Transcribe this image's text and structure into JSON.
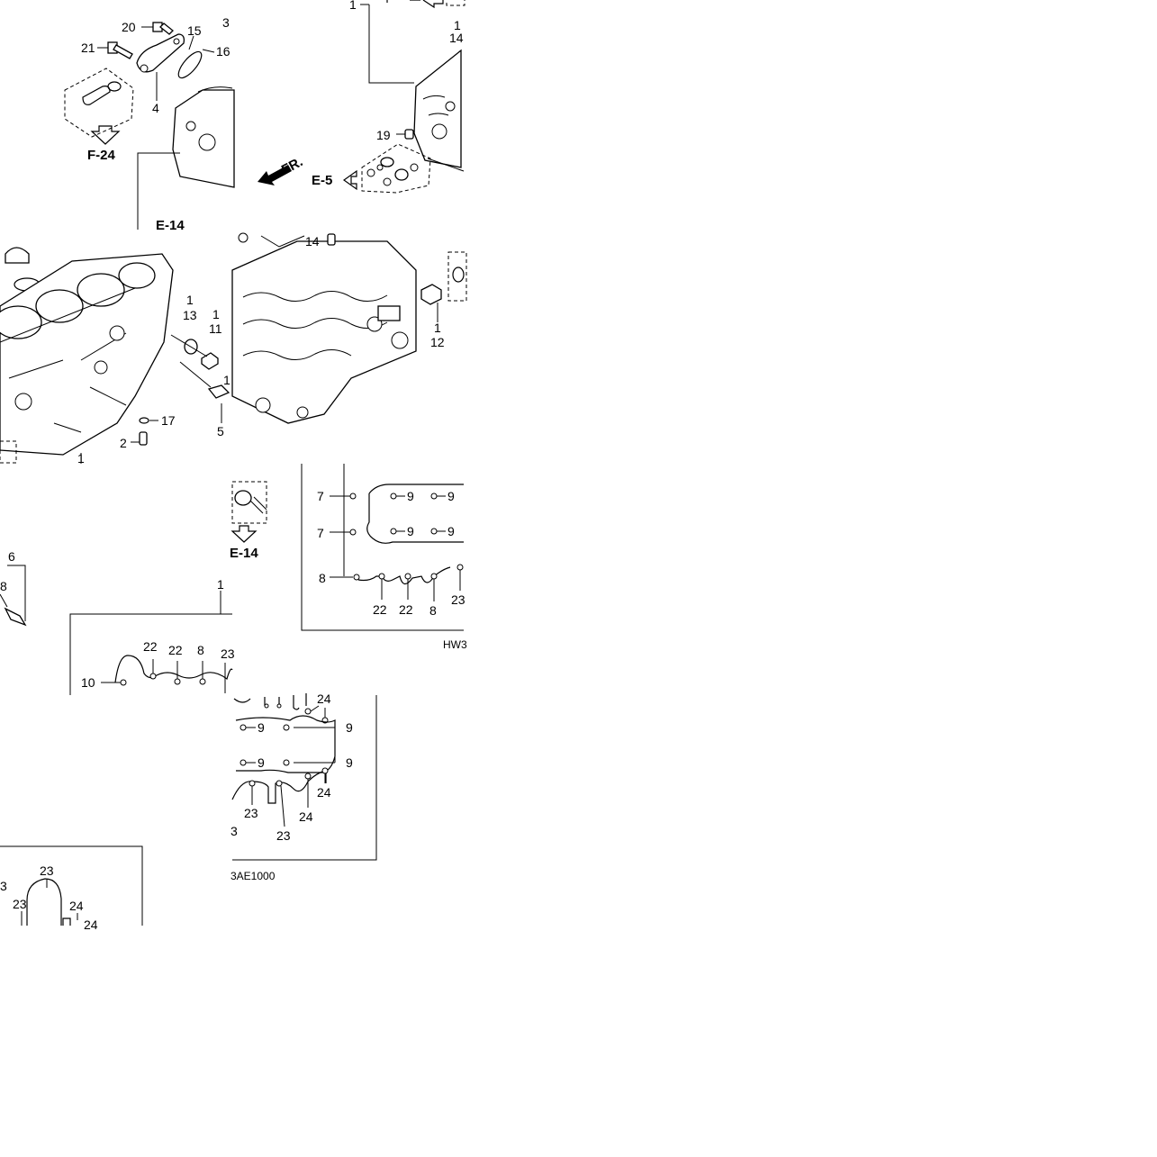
{
  "labels": {
    "n20": "20",
    "n21": "21",
    "n15": "15",
    "n16": "16",
    "n3": "3",
    "n4": "4",
    "f24": "F-24",
    "n1_top": "1",
    "n14_top_1": "1",
    "n14_top_2": "14",
    "n19": "19",
    "fr": "FR.",
    "e5": "E-5",
    "e14_mid": "E-14",
    "n14_mid": "14",
    "n13_1": "1",
    "n13_2": "13",
    "n11_1": "1",
    "n11_2": "11",
    "n1_dup": "1",
    "n12_1": "1",
    "n12_2": "12",
    "n17": "17",
    "n2": "2",
    "n5": "5",
    "n1_bot": "1",
    "n6": "6",
    "n8_left": "8",
    "e14_low": "E-14",
    "n1_b": "1",
    "n7a": "7",
    "n7b": "7",
    "n8r": "8",
    "n9a": "9",
    "n9b": "9",
    "n9c": "9",
    "n9d": "9",
    "n22r1": "22",
    "n22r2": "22",
    "n8r2": "8",
    "n23r": "23",
    "code_right": "HW3",
    "n22l1": "22",
    "n22l2": "22",
    "n8l": "8",
    "n23l": "23",
    "n10": "10",
    "n24a": "24",
    "n9e": "9",
    "n9f": "9",
    "n9g": "9",
    "n9h": "9",
    "n24b": "24",
    "n23c": "23",
    "n24c": "24",
    "n23d": "23",
    "n3_cut": "3",
    "code_bottom": "3AE1000",
    "n3_bl": "3",
    "n23bl1": "23",
    "n23bl2": "23",
    "n24bl": "24",
    "n24bl2": "24"
  },
  "icons": [
    "fr-arrow-icon",
    "hollow-arrow-icon"
  ]
}
